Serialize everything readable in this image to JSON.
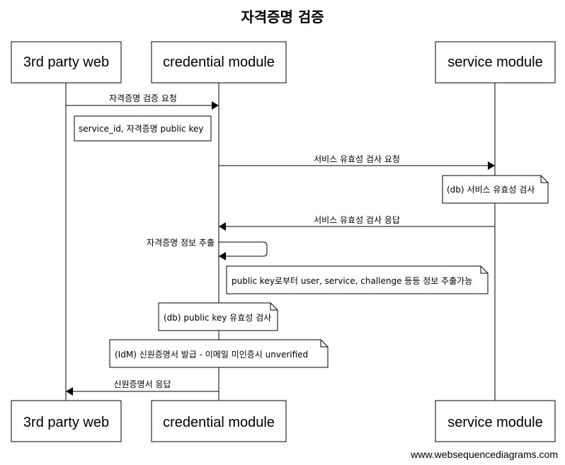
{
  "title": "자격증명 검증",
  "actors": {
    "web": "3rd party web",
    "credential": "credential module",
    "service": "service module"
  },
  "messages": {
    "m1": "자격증명 검증 요청",
    "m2": "서비스 유효성 검사 요청",
    "m3": "서비스 유효성 검사 응답",
    "m4": "자격증명 정보 추출",
    "m5": "신원증명서 응답"
  },
  "notes": {
    "n1": "service_id, 자격증명 public key",
    "n2": "(db) 서비스 유효성 검사",
    "n3": "public key로부터 user, service, challenge 등등 정보 추출가능",
    "n4": "(db) public key 유효성 검사",
    "n5": "(IdM) 신원증명서 발급 - 이메일 미인증시 unverified"
  },
  "footer": "www.websequencediagrams.com"
}
